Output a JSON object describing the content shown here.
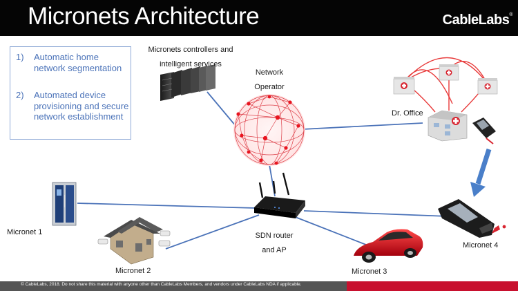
{
  "header": {
    "title": "Micronets Architecture",
    "logo_text": "CableLabs",
    "logo_mark": "®"
  },
  "points": [
    {
      "num": "1)",
      "text": "Automatic home network segmentation"
    },
    {
      "num": "2)",
      "text": "Automated device provisioning and secure network establishment"
    }
  ],
  "labels": {
    "controllers_line1": "Micronets controllers and",
    "controllers_line2": "intelligent services",
    "operator_line1": "Network",
    "operator_line2": "Operator",
    "dr_office": "Dr. Office",
    "router_line1": "SDN router",
    "router_line2": "and AP",
    "micronet1": "Micronet 1",
    "micronet2": "Micronet 2",
    "micronet3": "Micronet 3",
    "micronet4": "Micronet 4"
  },
  "footer": {
    "text": "© CableLabs, 2018.  Do not share this material with anyone other than CableLabs Members, and vendors under CableLabs NDA if applicable."
  },
  "colors": {
    "link": "#4a72b8",
    "network": "#d8242f",
    "accent": "#c8102e",
    "arrow": "#4a7fc9"
  }
}
